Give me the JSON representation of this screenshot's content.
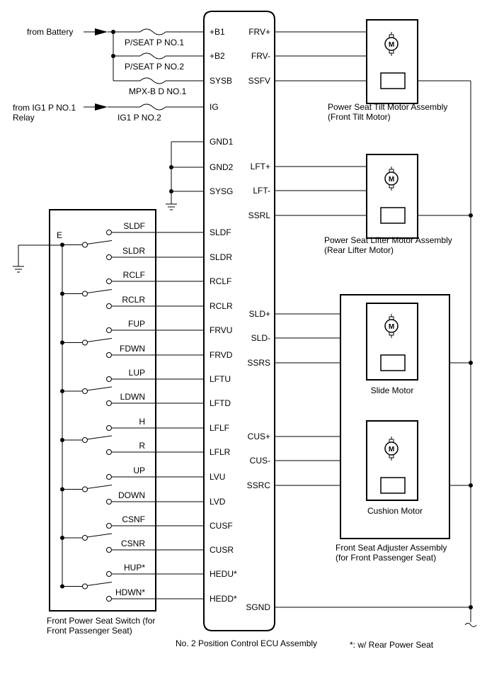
{
  "sources": {
    "battery": "from Battery",
    "ig1_line1": "from IG1 P NO.1",
    "ig1_line2": "Relay"
  },
  "fuses": {
    "f1": "P/SEAT P NO.1",
    "f2": "P/SEAT P NO.2",
    "f3": "MPX-B D NO.1",
    "f4": "IG1 P NO.2"
  },
  "ecu": {
    "title": "No. 2 Position Control ECU Assembly",
    "left_pins": [
      "+B1",
      "+B2",
      "SYSB",
      "IG",
      "GND1",
      "GND2",
      "SYSG",
      "SLDF",
      "SLDR",
      "RCLF",
      "RCLR",
      "FRVU",
      "FRVD",
      "LFTU",
      "LFTD",
      "LFLF",
      "LFLR",
      "LVU",
      "LVD",
      "CUSF",
      "CUSR",
      "HEDU*",
      "HEDD*"
    ],
    "right_pins": [
      "FRV+",
      "FRV-",
      "SSFV",
      "LFT+",
      "LFT-",
      "SSRL",
      "SLD+",
      "SLD-",
      "SSRS",
      "CUS+",
      "CUS-",
      "SSRC",
      "SGND"
    ]
  },
  "switch": {
    "title_line1": "Front Power Seat Switch (for",
    "title_line2": "Front Passenger Seat)",
    "common": "E",
    "contacts": [
      "SLDF",
      "SLDR",
      "RCLF",
      "RCLR",
      "FUP",
      "FDWN",
      "LUP",
      "LDWN",
      "H",
      "R",
      "UP",
      "DOWN",
      "CSNF",
      "CSNR",
      "HUP*",
      "HDWN*"
    ]
  },
  "assemblies": {
    "tilt_line1": "Power Seat Tilt Motor Assembly",
    "tilt_line2": "(Front Tilt Motor)",
    "lifter_line1": "Power Seat Lifter Motor Assembly",
    "lifter_line2": "(Rear Lifter Motor)",
    "slide": "Slide Motor",
    "cushion": "Cushion Motor",
    "adjuster_line1": "Front Seat Adjuster Assembly",
    "adjuster_line2": "(for Front Passenger Seat)",
    "motor_symbol": "M"
  },
  "note": "*: w/ Rear Power Seat"
}
